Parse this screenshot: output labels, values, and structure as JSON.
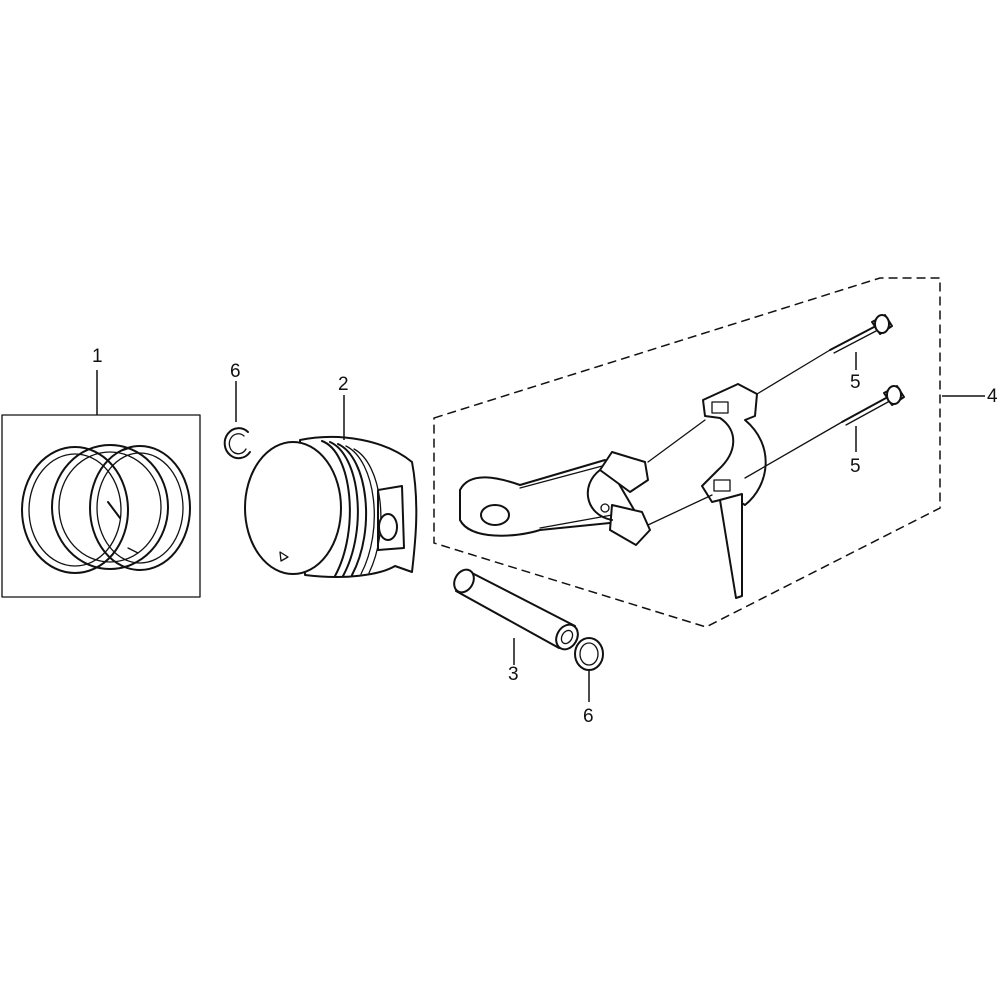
{
  "callouts": [
    {
      "id": "callout-1",
      "text": "1"
    },
    {
      "id": "callout-2",
      "text": "2"
    },
    {
      "id": "callout-3",
      "text": "3"
    },
    {
      "id": "callout-4",
      "text": "4"
    },
    {
      "id": "callout-5a",
      "text": "5"
    },
    {
      "id": "callout-5b",
      "text": "5"
    },
    {
      "id": "callout-6a",
      "text": "6"
    },
    {
      "id": "callout-6b",
      "text": "6"
    }
  ],
  "colors": {
    "line": "#111111",
    "background": "#ffffff"
  }
}
